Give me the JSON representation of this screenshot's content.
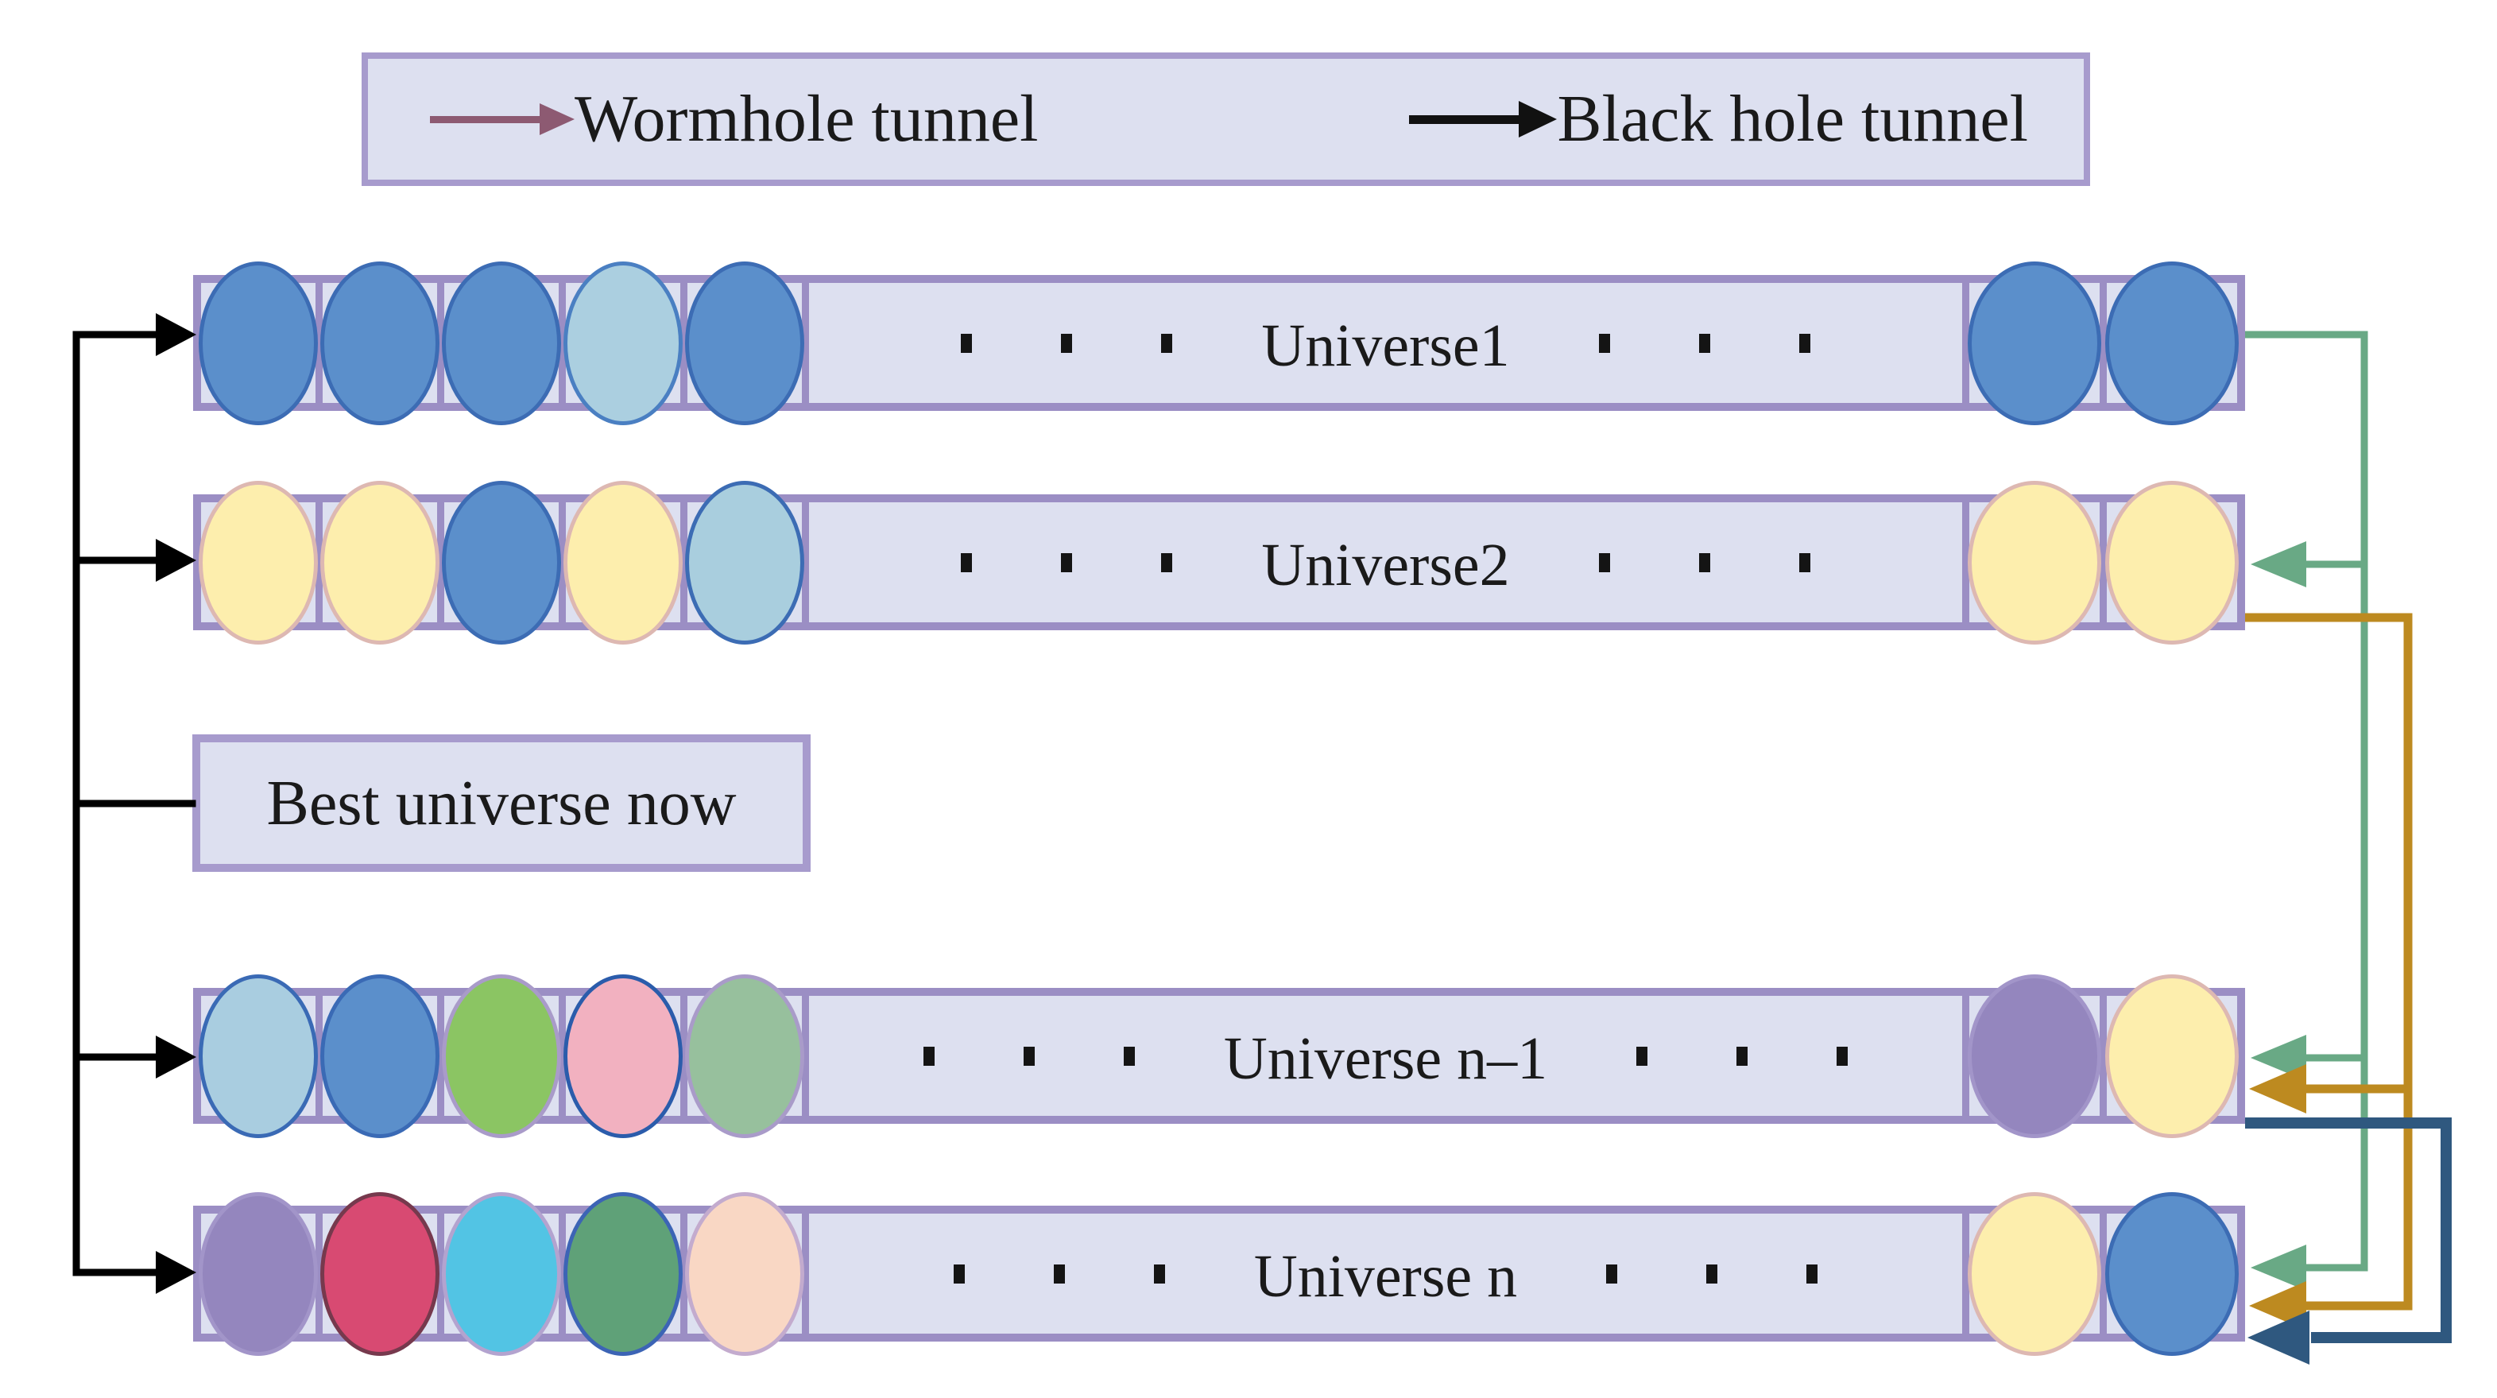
{
  "theme": {
    "canvas-bg": "#ffffff",
    "row-fill": "#dde0f0",
    "row-border": "#9b8ec4",
    "panel-border": "#a79bcd",
    "ink": "#1a1a1a"
  },
  "legend": {
    "items": [
      {
        "label": "Wormhole tunnel",
        "arrow_color": "#8d5a72"
      },
      {
        "label": "Black hole tunnel",
        "arrow_color": "#111111"
      }
    ]
  },
  "best_universe": {
    "label": "Best universe now"
  },
  "universes": [
    {
      "label": "Universe1",
      "planets": [
        {
          "fill": "#5b8fcb",
          "stroke": "#3c6cb4"
        },
        {
          "fill": "#5b8fcb",
          "stroke": "#3c6cb4"
        },
        {
          "fill": "#5b8fcb",
          "stroke": "#3c6cb4"
        },
        {
          "fill": "#abcfe0",
          "stroke": "#4a7fc2"
        },
        {
          "fill": "#5b8fcb",
          "stroke": "#3c6cb4"
        },
        {
          "fill": "#5b8fcb",
          "stroke": "#3c6cb4"
        },
        {
          "fill": "#5b8fcb",
          "stroke": "#3c6cb4"
        }
      ]
    },
    {
      "label": "Universe2",
      "planets": [
        {
          "fill": "#fdeead",
          "stroke": "#ddb8b2"
        },
        {
          "fill": "#fdeead",
          "stroke": "#ddb8b2"
        },
        {
          "fill": "#5b8fcb",
          "stroke": "#3c6cb4"
        },
        {
          "fill": "#fdeead",
          "stroke": "#ddb8b2"
        },
        {
          "fill": "#a9cede",
          "stroke": "#3c6cb4"
        },
        {
          "fill": "#fdeead",
          "stroke": "#ddb8b2"
        },
        {
          "fill": "#fdeead",
          "stroke": "#ddb8b2"
        }
      ]
    },
    {
      "label": "Universe n–1",
      "planets": [
        {
          "fill": "#a9cde0",
          "stroke": "#3a6ab5"
        },
        {
          "fill": "#5b8fcb",
          "stroke": "#3a6ab5"
        },
        {
          "fill": "#8bc563",
          "stroke": "#a99bc9"
        },
        {
          "fill": "#f2b1c0",
          "stroke": "#2b5cab"
        },
        {
          "fill": "#97c09d",
          "stroke": "#a99bc9"
        },
        {
          "fill": "#9486be",
          "stroke": "#a295c9"
        },
        {
          "fill": "#fdeead",
          "stroke": "#ddb8b2"
        }
      ]
    },
    {
      "label": "Universe n",
      "planets": [
        {
          "fill": "#9486be",
          "stroke": "#a295c9"
        },
        {
          "fill": "#d84a72",
          "stroke": "#76394d"
        },
        {
          "fill": "#52c4e4",
          "stroke": "#b3a3cf"
        },
        {
          "fill": "#5fa178",
          "stroke": "#3c64b5"
        },
        {
          "fill": "#f9d7c4",
          "stroke": "#c3abce"
        },
        {
          "fill": "#fdeead",
          "stroke": "#ddb8b2"
        },
        {
          "fill": "#5b8fcb",
          "stroke": "#3c6cb4"
        }
      ]
    }
  ],
  "connectors": {
    "best_to_universes": "#000000",
    "from_universe1": "#69a985",
    "from_universe2": "#bd8a20",
    "from_universe_n1": "#2f587f"
  }
}
